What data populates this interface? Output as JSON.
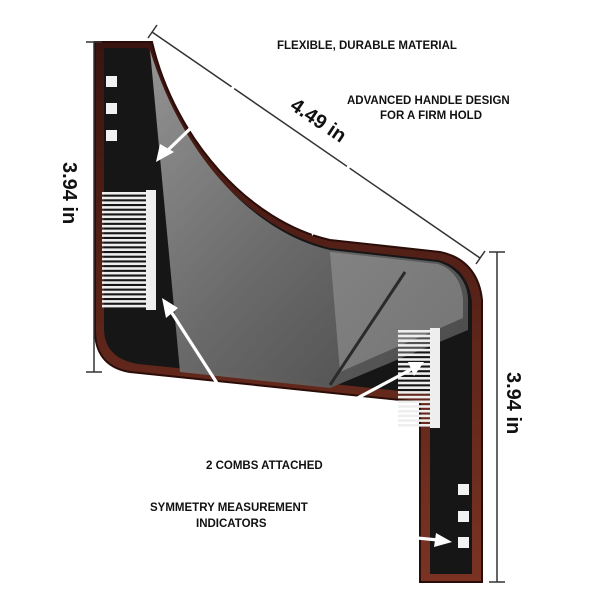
{
  "labels": {
    "material": "FLEXIBLE, DURABLE MATERIAL",
    "handle_line1": "ADVANCED  HANDLE DESIGN",
    "handle_line2": "FOR A FIRM HOLD",
    "combs": "2 COMBS ATTACHED",
    "symmetry_line1": "SYMMETRY MEASUREMENT",
    "symmetry_line2": "INDICATORS"
  },
  "dimensions": {
    "diagonal": "4.49 in",
    "left_height": "3.94 in",
    "right_height": "3.94 in"
  },
  "colors": {
    "body": "#1a1a1a",
    "edge": "#5a2418",
    "window": "#6b6b6b",
    "window_light": "#8c8c8c",
    "comb": "#ececec",
    "arrow": "#ffffff",
    "dim_line": "#333333"
  },
  "icons": {
    "arrow": "white-pointer-arrow",
    "indicator": "square-marker"
  }
}
